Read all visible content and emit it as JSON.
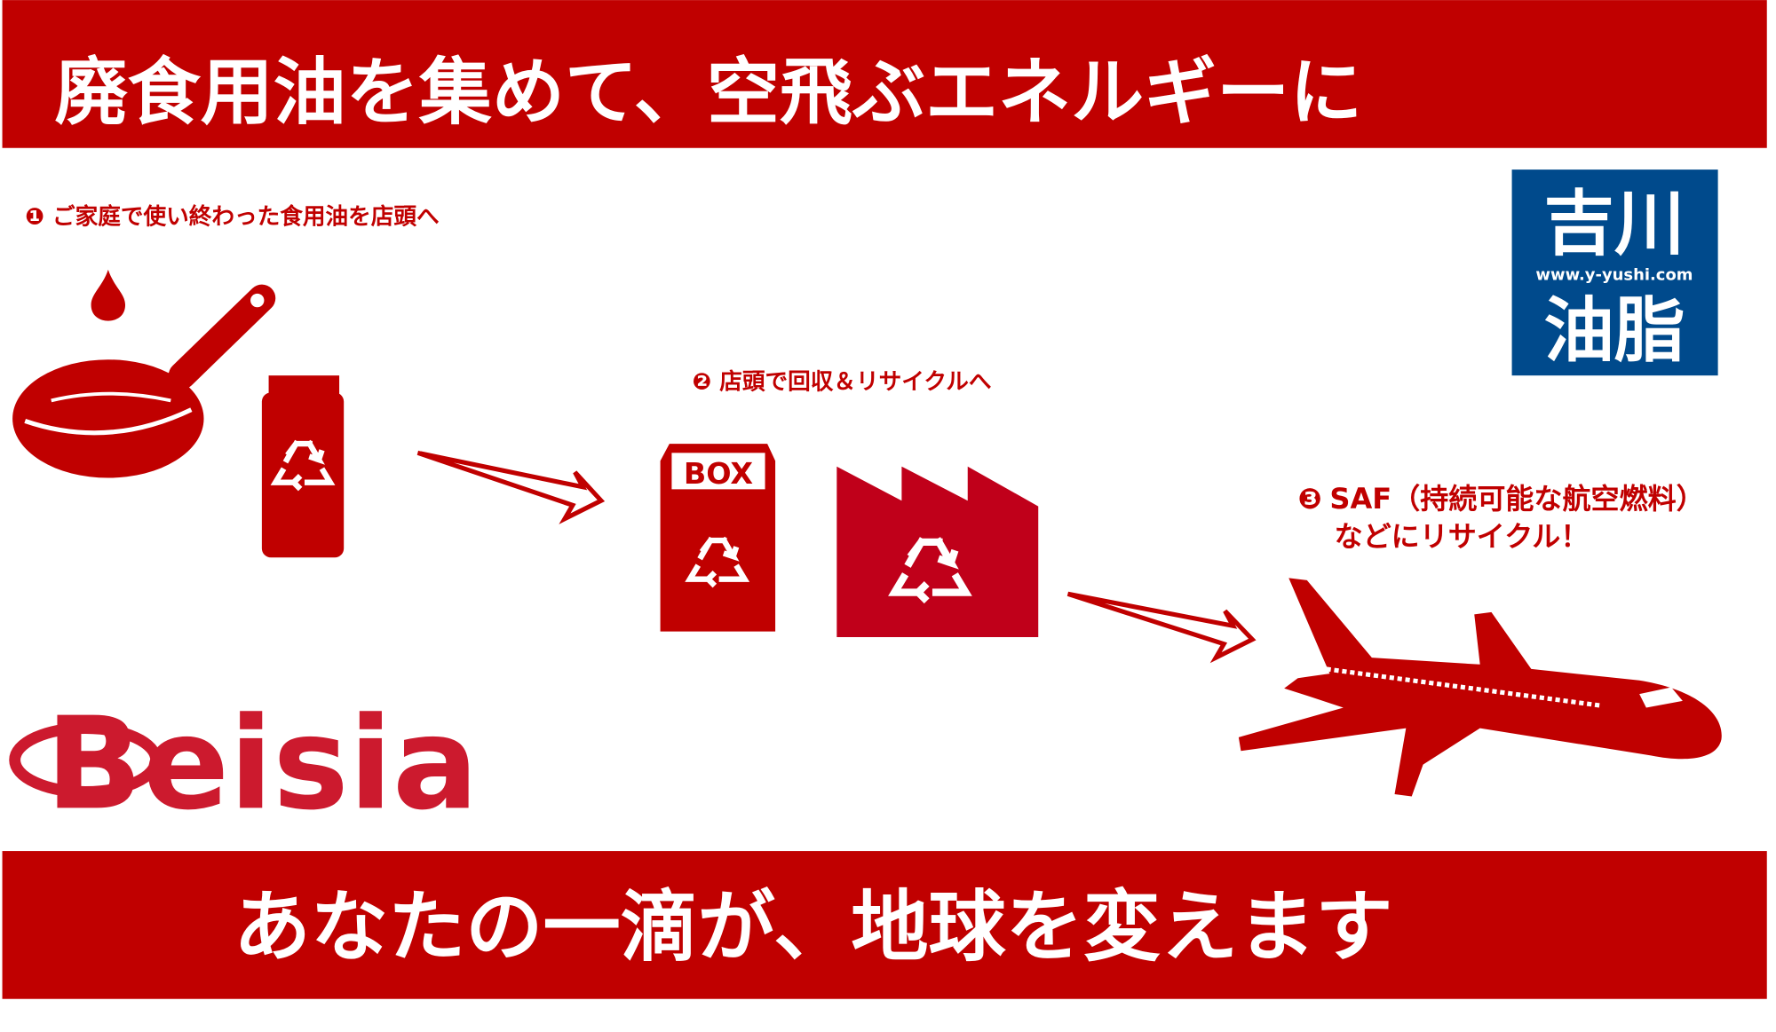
{
  "header": {
    "title": "廃食用油を集めて、空飛ぶエネルギーに"
  },
  "steps": [
    {
      "number": "❶",
      "text": "ご家庭で使い終わった食用油を店頭へ"
    },
    {
      "number": "❷",
      "text": "店頭で回収＆リサイクルへ"
    },
    {
      "number": "❸",
      "line1": "SAF（持続可能な航空燃料）",
      "line2": "などにリサイクル！"
    }
  ],
  "box_label": "BOX",
  "partner_logo": {
    "line1": "吉川",
    "url": "www.y-yushi.com",
    "line2": "油脂"
  },
  "store_logo": {
    "text": "Beisia"
  },
  "footer": {
    "slogan": "あなたの一滴が、地球を変えます"
  },
  "colors": {
    "red": "#c00000",
    "navy": "#004a8c",
    "factory": "#c0001a"
  }
}
